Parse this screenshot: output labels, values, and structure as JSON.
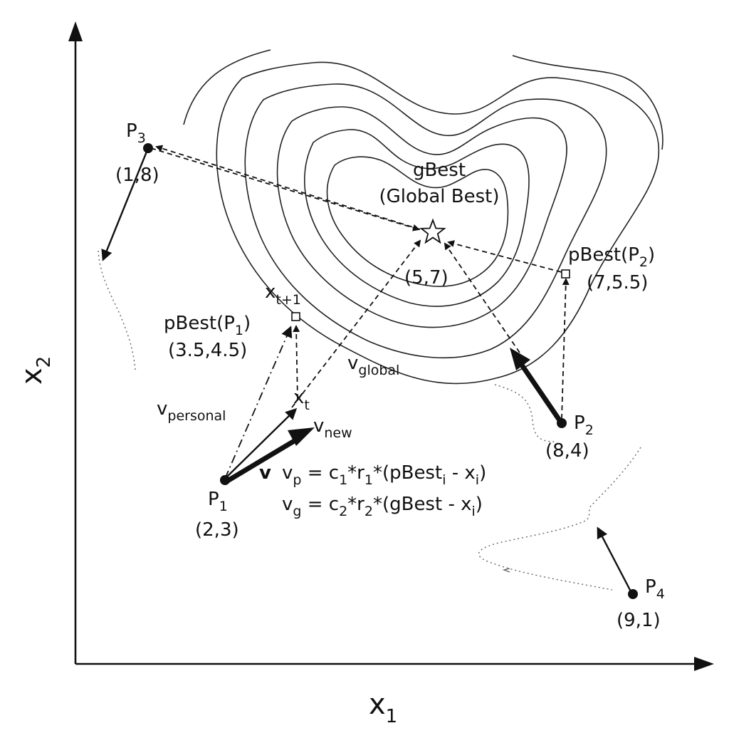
{
  "axes": {
    "x_label": "x",
    "x_sub": "1",
    "y_label": "x",
    "y_sub": "2"
  },
  "particles": [
    {
      "id": "p1",
      "name": "P",
      "sub": "1",
      "coord": "(2,3)"
    },
    {
      "id": "p2",
      "name": "P",
      "sub": "2",
      "coord": "(8,4)"
    },
    {
      "id": "p3",
      "name": "P",
      "sub": "3",
      "coord": "(1,8)"
    },
    {
      "id": "p4",
      "name": "P",
      "sub": "4",
      "coord": "(9,1)"
    }
  ],
  "global_best": {
    "title": "gBest",
    "subtitle": "(Global Best)",
    "coord": "(5,7)"
  },
  "personal_bests": {
    "p1": {
      "prefix": "pBest(P",
      "sub": "1",
      "suffix": ")",
      "coord": "(3.5,4.5)"
    },
    "p2": {
      "prefix": "pBest(P",
      "sub": "2",
      "suffix": ")",
      "coord": "(7,5.5)"
    }
  },
  "positions": {
    "xt": {
      "main": "x",
      "sub": "t"
    },
    "xt1": {
      "main": "x",
      "sub": "t+1"
    }
  },
  "vectors": {
    "v": "v",
    "v_personal": {
      "main": "v",
      "sub": "personal"
    },
    "v_global": {
      "main": "v",
      "sub": "global"
    },
    "v_new": {
      "main": "v",
      "sub": "new"
    }
  },
  "equations": {
    "vp": {
      "lhs": "v",
      "lhs_sub": "p",
      "part1": " = c",
      "sub1": "1",
      "part2": "*r",
      "sub2": "1",
      "part3": "*(pBest",
      "sub3": "i",
      "part4": " - x",
      "sub4": "i",
      "part5": ")"
    },
    "vg": {
      "lhs": "v",
      "lhs_sub": "g",
      "part1": " = c",
      "sub1": "2",
      "part2": "*r",
      "sub2": "2",
      "part3": "*(gBest - x",
      "sub3": "i",
      "part4": ")"
    }
  },
  "colors": {
    "ink": "#111111",
    "background": "#ffffff",
    "trajectory": "#666666"
  }
}
